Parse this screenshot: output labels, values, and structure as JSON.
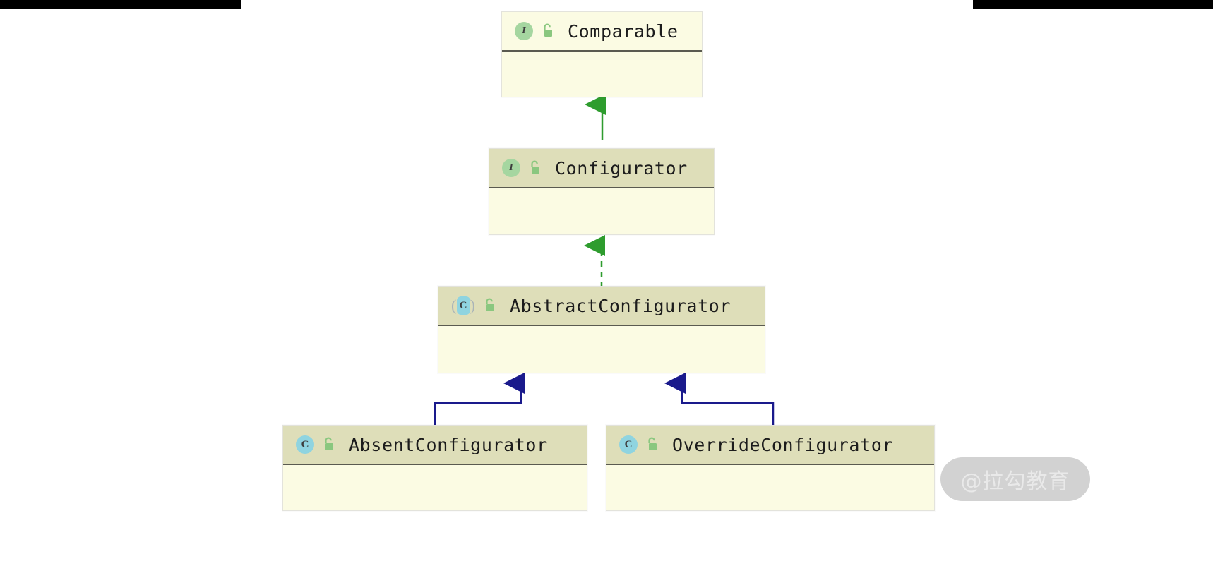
{
  "diagram": {
    "type": "uml-class-hierarchy",
    "background_color": "#ffffff",
    "nodes": [
      {
        "id": "comparable",
        "name": "Comparable",
        "stereotype": "interface",
        "kind_icon": "interface-icon",
        "kind_icon_letter": "I",
        "visibility": "public",
        "visibility_icon": "open-lock-icon",
        "header_style": "plain",
        "header_color": "#fbfbe3",
        "body_color": "#fbfbe3",
        "members": []
      },
      {
        "id": "configurator",
        "name": "Configurator",
        "stereotype": "interface",
        "kind_icon": "interface-icon",
        "kind_icon_letter": "I",
        "visibility": "public",
        "visibility_icon": "open-lock-icon",
        "header_style": "tinted",
        "header_color": "#dedeb9",
        "body_color": "#fbfbe3",
        "members": []
      },
      {
        "id": "abstract-configurator",
        "name": "AbstractConfigurator",
        "stereotype": "abstract-class",
        "kind_icon": "abstract-class-icon",
        "kind_icon_letter": "C",
        "visibility": "public",
        "visibility_icon": "open-lock-icon",
        "header_style": "tinted",
        "header_color": "#dedeb9",
        "body_color": "#fbfbe3",
        "members": []
      },
      {
        "id": "absent-configurator",
        "name": "AbsentConfigurator",
        "stereotype": "class",
        "kind_icon": "class-icon",
        "kind_icon_letter": "C",
        "visibility": "public",
        "visibility_icon": "open-lock-icon",
        "header_style": "tinted",
        "header_color": "#dedeb9",
        "body_color": "#fbfbe3",
        "members": []
      },
      {
        "id": "override-configurator",
        "name": "OverrideConfigurator",
        "stereotype": "class",
        "kind_icon": "class-icon",
        "kind_icon_letter": "C",
        "visibility": "public",
        "visibility_icon": "open-lock-icon",
        "header_style": "tinted",
        "header_color": "#dedeb9",
        "body_color": "#fbfbe3",
        "members": []
      }
    ],
    "edges": [
      {
        "id": "edge-configurator-extends-comparable",
        "from": "configurator",
        "to": "comparable",
        "relation": "extends",
        "line_style": "solid",
        "color": "#2e9c2e",
        "arrow": "filled-triangle"
      },
      {
        "id": "edge-abstractconfigurator-implements-configurator",
        "from": "abstract-configurator",
        "to": "configurator",
        "relation": "implements",
        "line_style": "dashed",
        "color": "#2e9c2e",
        "arrow": "filled-triangle"
      },
      {
        "id": "edge-absentconfigurator-extends-abstractconfigurator",
        "from": "absent-configurator",
        "to": "abstract-configurator",
        "relation": "extends",
        "line_style": "solid",
        "color": "#1a1a8c",
        "arrow": "filled-triangle"
      },
      {
        "id": "edge-overrideconfigurator-extends-abstractconfigurator",
        "from": "override-configurator",
        "to": "abstract-configurator",
        "relation": "extends",
        "line_style": "solid",
        "color": "#1a1a8c",
        "arrow": "filled-triangle"
      }
    ]
  },
  "watermark": {
    "text": "@拉勾教育",
    "pill_color": "#d2d2d2",
    "text_color": "#e9e9e9"
  },
  "crop_bars": {
    "color": "#000000"
  }
}
